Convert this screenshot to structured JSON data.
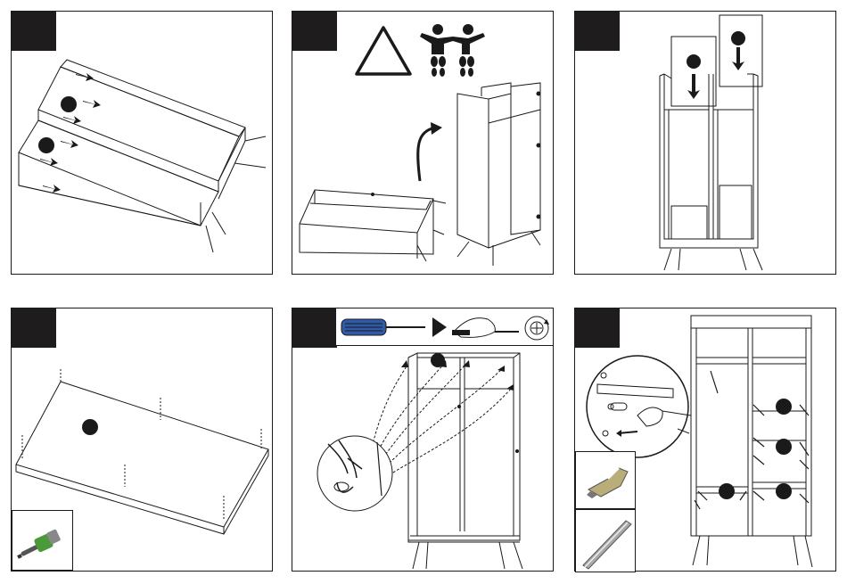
{
  "document": {
    "kind": "assembly-instructions",
    "steps": [
      {
        "id": "step-1",
        "number": ""
      },
      {
        "id": "step-2",
        "number": ""
      },
      {
        "id": "step-3",
        "number": ""
      },
      {
        "id": "step-4",
        "number": ""
      },
      {
        "id": "step-5",
        "number": ""
      },
      {
        "id": "step-6",
        "number": ""
      }
    ]
  },
  "icons": {
    "warning": "warning-triangle-icon",
    "two_person": "two-person-lift-icon",
    "screwdriver": "screwdriver-icon",
    "rotate": "rotate-clockwise-icon",
    "cam_bolt": "cam-bolt-icon",
    "shelf_pin": "shelf-pin-icon",
    "hanging_rail": "hanging-rail-icon"
  },
  "colors": {
    "step_tag": "#1e1c1d",
    "line": "#1a1a1a",
    "screwdriver_handle": "#2e5aa8",
    "cam_green": "#4a9a3a"
  }
}
